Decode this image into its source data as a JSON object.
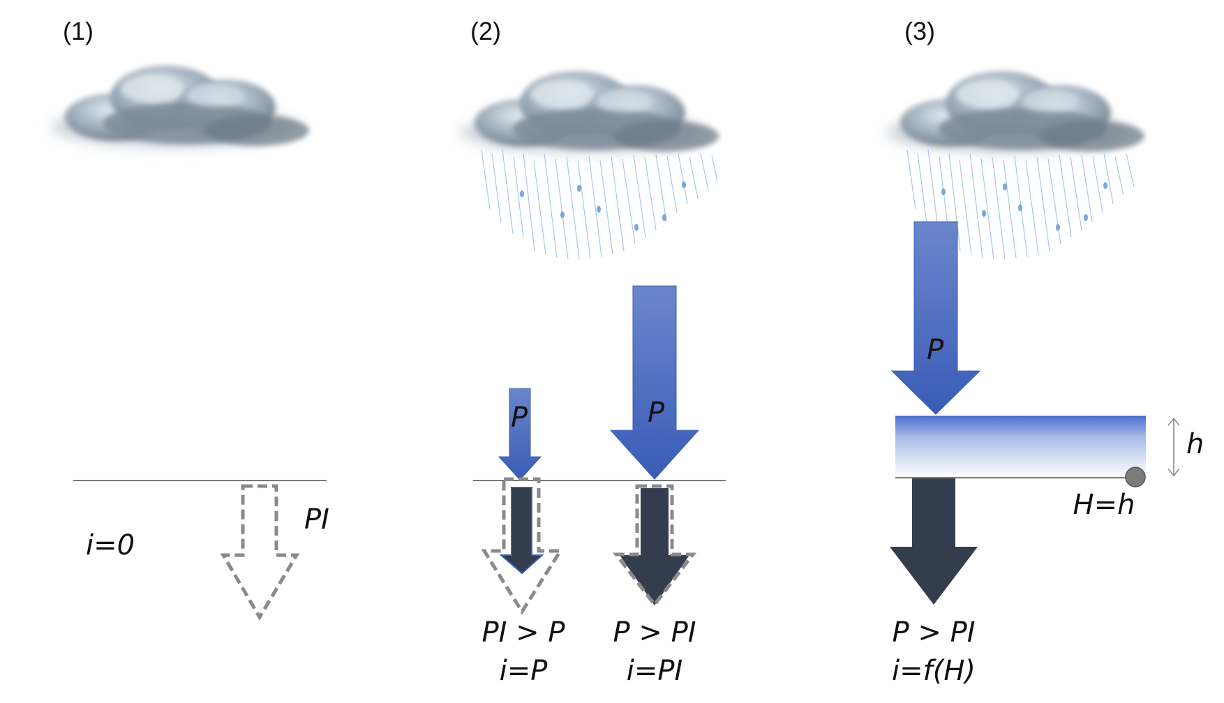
{
  "panels": [
    {
      "label": "(1)",
      "cloud_icon": "cloud-icon",
      "raining": false,
      "infiltration_label": "PI",
      "result_label": "i=0"
    },
    {
      "label": "(2)",
      "cloud_icon": "rain-cloud-icon",
      "raining": true,
      "case_a": {
        "precip_label": "P",
        "condition": "PI > P",
        "result": "i=P"
      },
      "case_b": {
        "precip_label": "P",
        "condition": "P > PI",
        "result": "i=PI"
      }
    },
    {
      "label": "(3)",
      "cloud_icon": "rain-cloud-icon",
      "raining": true,
      "precip_label": "P",
      "depth_label": "h",
      "head_label": "H=h",
      "condition": "P > PI",
      "result": "i=f(H)"
    }
  ],
  "colors": {
    "precip_arrow_top": "#6a86cc",
    "precip_arrow_bottom": "#3a5cb6",
    "infiltration_arrow": "#343d4e",
    "potential_outline": "#8a8a8a",
    "ground_line": "#7a7a7a",
    "ponding_top": "#4a6fcc",
    "ponding_bottom": "#ffffff",
    "rain": "#8cb4e4",
    "cloud_dark": "#7c8a96",
    "cloud_light": "#c9d4dc"
  }
}
